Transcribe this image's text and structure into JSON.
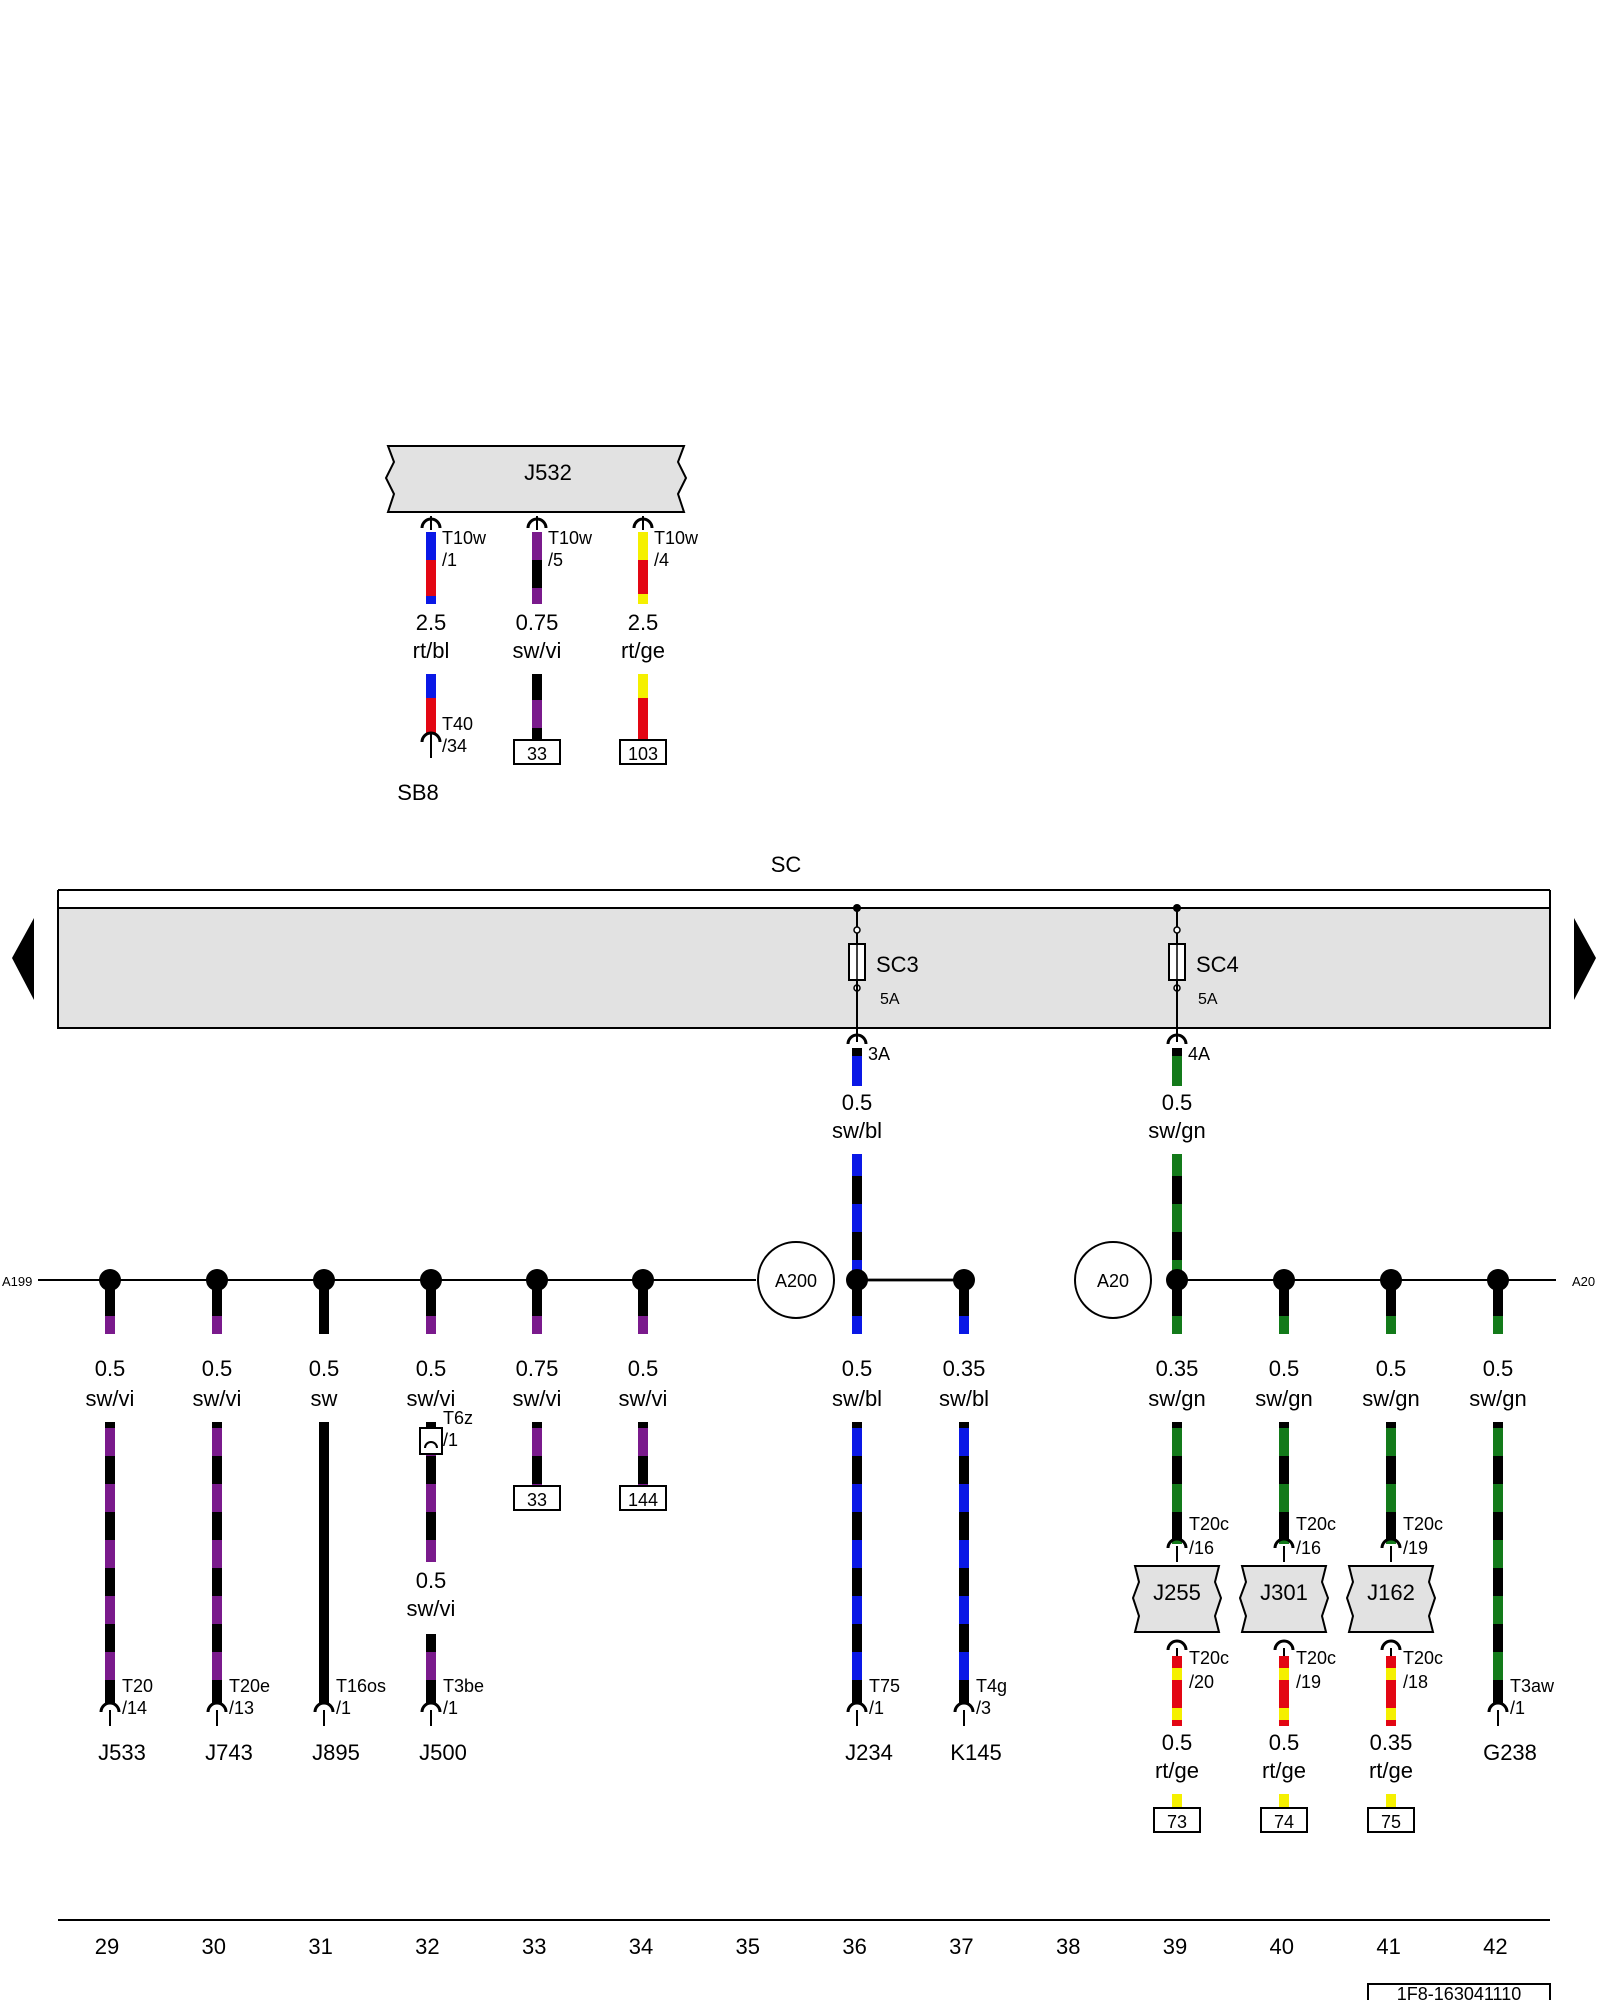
{
  "top_module": {
    "name": "J532",
    "wires": [
      {
        "pin": "T10w",
        "pin_no": "/1",
        "size": "2.5",
        "color": "rt/bl",
        "c1": "#e30613",
        "c2": "#0a18e6",
        "end_pin": "T40",
        "end_pin_no": "/34",
        "end_component": "SB8",
        "end_ref": ""
      },
      {
        "pin": "T10w",
        "pin_no": "/5",
        "size": "0.75",
        "color": "sw/vi",
        "c1": "#000000",
        "c2": "#7a1a8c",
        "end_pin": "",
        "end_pin_no": "",
        "end_component": "",
        "end_ref": "33"
      },
      {
        "pin": "T10w",
        "pin_no": "/4",
        "size": "2.5",
        "color": "rt/ge",
        "c1": "#e30613",
        "c2": "#f5f000",
        "end_pin": "",
        "end_pin_no": "",
        "end_component": "",
        "end_ref": "103"
      }
    ]
  },
  "fuse_box": {
    "label": "SC",
    "fuses": [
      {
        "name": "SC3",
        "rating": "5A",
        "pin": "3A"
      },
      {
        "name": "SC4",
        "rating": "5A",
        "pin": "4A"
      }
    ]
  },
  "fuse_outputs": [
    {
      "size": "0.5",
      "color": "sw/bl"
    },
    {
      "size": "0.5",
      "color": "sw/gn"
    }
  ],
  "busbars": {
    "left_label": "A199",
    "right_label": "A20",
    "node_a200": "A200",
    "node_a20": "A20"
  },
  "branches": [
    {
      "size": "0.5",
      "color": "sw/vi",
      "pin": "T20",
      "pin_no": "/14",
      "component": "J533",
      "ref": ""
    },
    {
      "size": "0.5",
      "color": "sw/vi",
      "pin": "T20e",
      "pin_no": "/13",
      "component": "J743",
      "ref": ""
    },
    {
      "size": "0.5",
      "color": "sw",
      "pin": "T16os",
      "pin_no": "/1",
      "component": "J895",
      "ref": ""
    },
    {
      "size": "0.5",
      "color": "sw/vi",
      "pin": "T3be",
      "pin_no": "/1",
      "component": "J500",
      "ref": "",
      "mid_pin": "T6z",
      "mid_pin_no": "/1",
      "mid_size": "0.5",
      "mid_color": "sw/vi"
    },
    {
      "size": "0.75",
      "color": "sw/vi",
      "pin": "",
      "pin_no": "",
      "component": "",
      "ref": "33"
    },
    {
      "size": "0.5",
      "color": "sw/vi",
      "pin": "",
      "pin_no": "",
      "component": "",
      "ref": "144"
    },
    {
      "size": "0.5",
      "color": "sw/bl",
      "pin": "T75",
      "pin_no": "/1",
      "component": "J234",
      "ref": ""
    },
    {
      "size": "0.35",
      "color": "sw/bl",
      "pin": "T4g",
      "pin_no": "/3",
      "component": "K145",
      "ref": ""
    },
    {
      "size": "0.35",
      "color": "sw/gn",
      "pin": "T20c",
      "pin_no": "/16",
      "component": "J255",
      "ref": "73",
      "out_pin": "T20c",
      "out_pin_no": "/20",
      "out_size": "0.5",
      "out_color": "rt/ge"
    },
    {
      "size": "0.5",
      "color": "sw/gn",
      "pin": "T20c",
      "pin_no": "/16",
      "component": "J301",
      "ref": "74",
      "out_pin": "T20c",
      "out_pin_no": "/19",
      "out_size": "0.5",
      "out_color": "rt/ge"
    },
    {
      "size": "0.5",
      "color": "sw/gn",
      "pin": "T20c",
      "pin_no": "/19",
      "component": "J162",
      "ref": "75",
      "out_pin": "T20c",
      "out_pin_no": "/18",
      "out_size": "0.35",
      "out_color": "rt/ge"
    },
    {
      "size": "0.5",
      "color": "sw/gn",
      "pin": "T3aw",
      "pin_no": "/1",
      "component": "G238",
      "ref": ""
    }
  ],
  "columns": [
    "29",
    "30",
    "31",
    "32",
    "33",
    "34",
    "35",
    "36",
    "37",
    "38",
    "39",
    "40",
    "41",
    "42"
  ],
  "document_id": "1F8-163041110",
  "colors": {
    "black": "#000000",
    "violet": "#7a1a8c",
    "blue": "#0a18e6",
    "green": "#137a1a",
    "red": "#e30613",
    "yellow": "#f5f000",
    "panel": "#e2e2e2"
  }
}
